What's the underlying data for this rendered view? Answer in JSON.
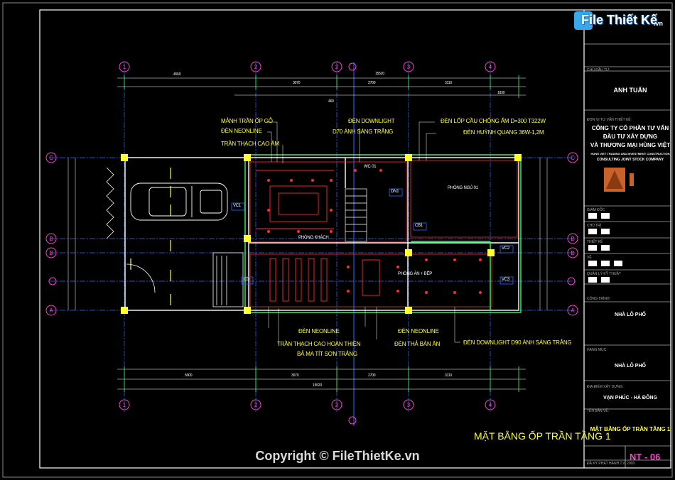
{
  "watermark": {
    "logo_text": "File Thiết Kế",
    "logo_suffix": ".vn",
    "copyright": "Copyright © FileThietKe.vn"
  },
  "annotations_top": {
    "l1": "MẢNH TRẦN ỐP GỖ",
    "l2": "ĐÈN NEONLINE",
    "l3": "TRẦN THẠCH CAO ÂM",
    "l4": "ĐÈN DOWNLIGHT",
    "l5": "D70 ÁNH SÁNG TRẮNG",
    "l6": "ĐÈN LỐP CẦU CHỐNG ẨM D=300 T322W",
    "l7": "ĐÈN HUỲNH QUANG 36W-1,2M"
  },
  "annotations_bottom": {
    "l1": "ĐÈN NEONLINE",
    "l2": "TRẦN THẠCH CAO HOÀN THIỆN",
    "l3": "BẢ MA TÍT SƠN TRẮNG",
    "l4": "ĐÈN NEONLINE",
    "l5": "ĐÈN THẢ BÀN ĂN",
    "l6": "ĐÈN DOWNLIGHT D90 ÁNH SÁNG TRẮNG"
  },
  "room_labels": {
    "wc": "WC 01",
    "bedroom": "PHÒNG NGỦ 01",
    "living": "PHÒNG KHÁCH",
    "kitchen": "PHÒNG ĂN + BẾP"
  },
  "tags": {
    "vc1": "VC1",
    "vc2": "VC2",
    "vc3": "VC3",
    "cd": "CD",
    "dn1": "DN1",
    "cb1": "CB1"
  },
  "axes": {
    "cols": [
      "1",
      "2",
      "3",
      "4"
    ],
    "rows": [
      "C",
      "B",
      "B",
      "A"
    ]
  },
  "dimensions_top": {
    "overall": "15520",
    "d1": "4550",
    "d2": "3070",
    "d3": "2700",
    "d4": "3110",
    "d5": "1830",
    "d6": "460"
  },
  "dimensions_bottom": {
    "overall": "15520",
    "d1": "5000",
    "d2": "3070",
    "d3": "2700",
    "d4": "3110"
  },
  "title_block": {
    "owner_caption": "CHỦ ĐẦU TƯ:",
    "owner": "ANH TUẤN",
    "firm_caption": "ĐƠN VỊ TƯ VẤN THIẾT KẾ:",
    "firm_l1": "CÔNG TY CỔ PHẦN TƯ VẤN",
    "firm_l2": "ĐẦU TƯ XÂY DỰNG",
    "firm_l3": "VÀ THƯƠNG MẠI HÙNG VIỆT",
    "firm_en_l1": "HUNG VIET TRADING AND INVESTMENT CONSTRUCTION",
    "firm_en_l2": "CONSULTING JOINT STOCK COMPANY",
    "director": "GIÁM ĐỐC",
    "chief": "CHỦ TRÌ",
    "design": "THIẾT KẾ",
    "draw": "VẼ",
    "qc": "QUẢN LÝ KỸ THUẬT",
    "project_caption": "CÔNG TRÌNH:",
    "project": "NHÀ LÔ PHỐ",
    "item_caption": "HẠNG MỤC:",
    "item": "NHÀ LÔ PHỐ",
    "location_caption": "ĐỊA ĐIỂM XÂY DỰNG:",
    "location": "VẠN PHÚC - HÀ ĐÔNG",
    "sheet_caption": "TÊN BẢN VẼ:",
    "sheet_title": "MẶT BẰNG ỐP TRẦN TẦNG 1",
    "date_line": "ĐÃ KÝ PHÁT HÀNH   T.V. 2009",
    "sheet_no": "NT - 06"
  },
  "drawing_title": "MẶT BẰNG ỐP TRẦN TẦNG 1",
  "colors": {
    "frame": "#ffffff",
    "wall": "#ffffff",
    "red": "#ff2a2a",
    "yellow": "#ffff33",
    "green": "#33ff66",
    "magenta": "#ff3fd0",
    "blue": "#2f6bff",
    "cyan": "#33e0ff"
  }
}
